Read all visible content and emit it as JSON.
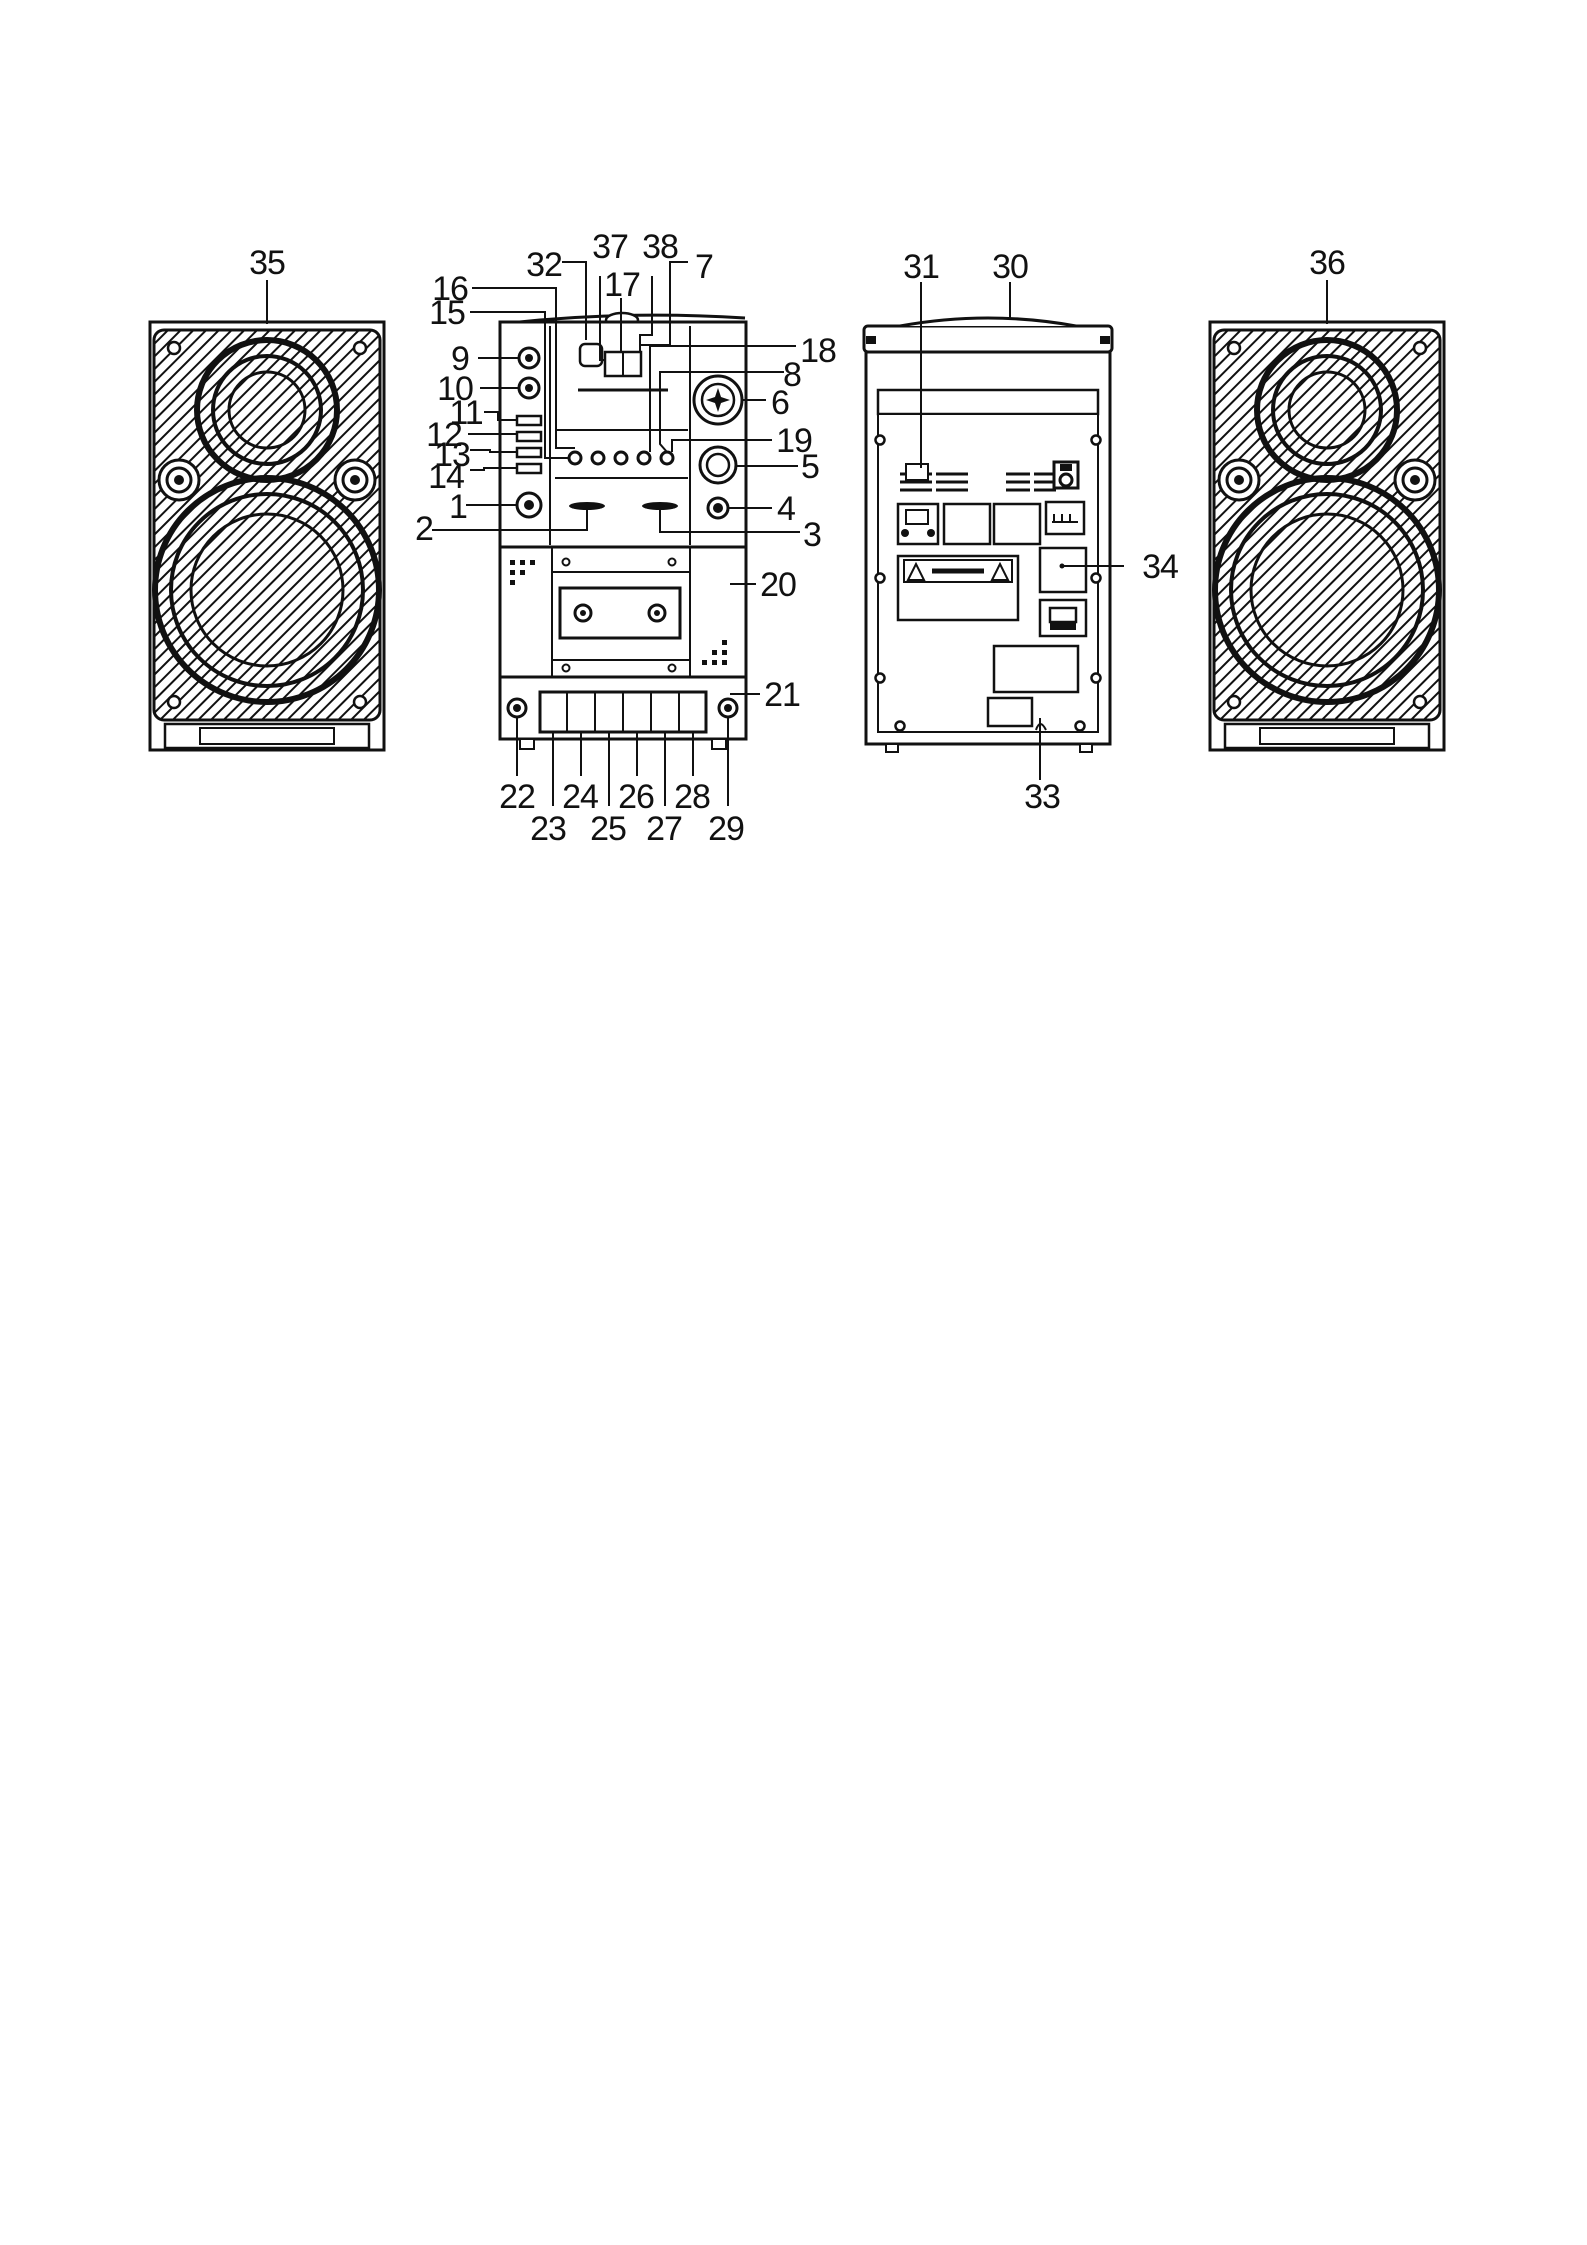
{
  "diagram": {
    "left_speaker": {
      "label": "35"
    },
    "right_speaker": {
      "label": "36"
    },
    "main_unit_front": {
      "top_labels": [
        "32",
        "37",
        "38",
        "7",
        "16",
        "17",
        "15",
        "18",
        "8"
      ],
      "left_labels": [
        "9",
        "10",
        "11",
        "12",
        "13",
        "14",
        "1",
        "2"
      ],
      "right_labels": [
        "6",
        "19",
        "5",
        "4",
        "3",
        "20",
        "21"
      ],
      "bottom_labels": [
        "22",
        "23",
        "24",
        "25",
        "26",
        "27",
        "28",
        "29"
      ]
    },
    "main_unit_back": {
      "labels": [
        "31",
        "30",
        "34",
        "33"
      ]
    }
  }
}
